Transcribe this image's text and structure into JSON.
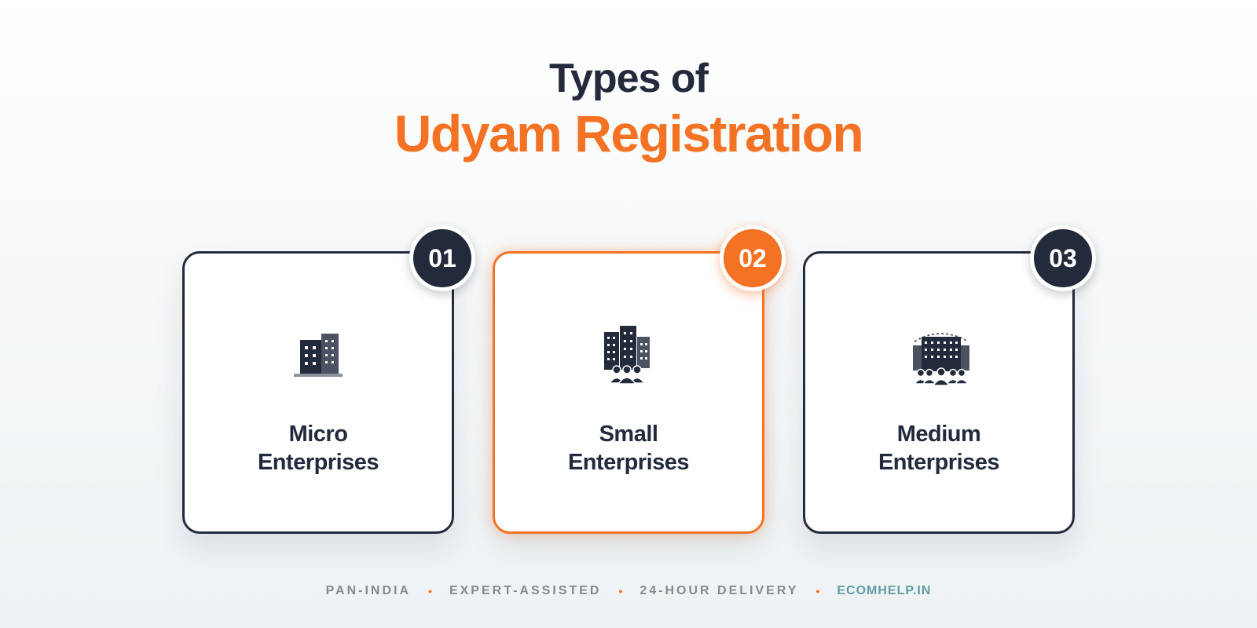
{
  "heading": {
    "line1": "Types of",
    "line2": "Udyam Registration"
  },
  "colors": {
    "dark": "#232a3b",
    "accent": "#f47223",
    "link": "#5f9ea3"
  },
  "cards": [
    {
      "number": "01",
      "icon": "office-buildings-icon",
      "line1": "Micro",
      "line2": "Enterprises",
      "highlighted": false
    },
    {
      "number": "02",
      "icon": "city-buildings-with-people-icon",
      "line1": "Small",
      "line2": "Enterprises",
      "highlighted": true
    },
    {
      "number": "03",
      "icon": "large-building-with-crowd-icon",
      "line1": "Medium",
      "line2": "Enterprises",
      "highlighted": false
    }
  ],
  "footer": {
    "items": [
      "PAN-INDIA",
      "EXPERT-ASSISTED",
      "24-HOUR DELIVERY"
    ],
    "separator": "•",
    "site": "ECOMHELP.IN"
  }
}
